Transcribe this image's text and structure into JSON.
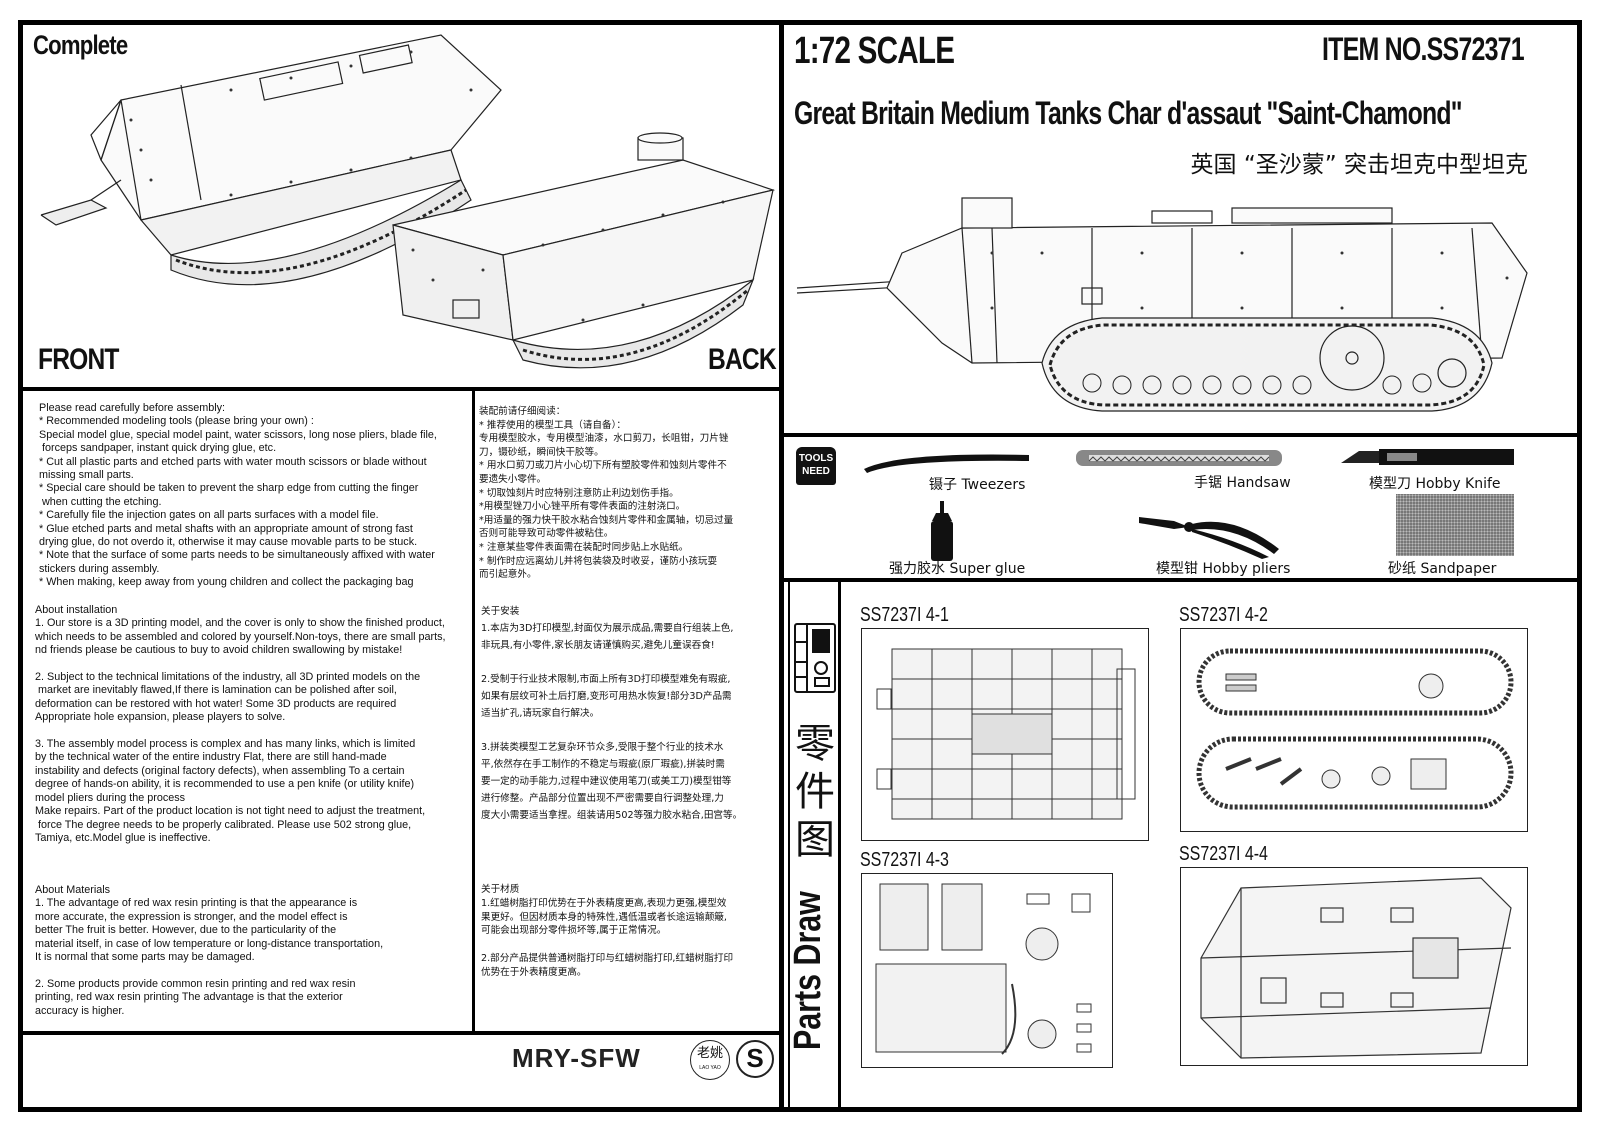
{
  "complete_panel": {
    "title": "Complete",
    "front_label": "FRONT",
    "back_label": "BACK"
  },
  "header": {
    "scale": "1:72 SCALE",
    "item_no": "ITEM NO.SS72371",
    "title_en": "Great Britain Medium Tanks Char d'assaut \"Saint-Chamond\"",
    "title_cn": "英国 “圣沙蒙” 突击坦克中型坦克"
  },
  "tools": {
    "badge": [
      "TOOLS",
      "NEED"
    ],
    "items": [
      {
        "icon": "tweezers-icon",
        "label": "镊子 Tweezers"
      },
      {
        "icon": "handsaw-icon",
        "label": "手锯 Handsaw"
      },
      {
        "icon": "hobby-knife-icon",
        "label": "模型刀 Hobby Knife"
      },
      {
        "icon": "super-glue-icon",
        "label": "强力胶水 Super glue"
      },
      {
        "icon": "hobby-pliers-icon",
        "label": "模型钳 Hobby pliers"
      },
      {
        "icon": "sandpaper-icon",
        "label": "砂纸 Sandpaper"
      }
    ]
  },
  "instructions_en": {
    "intro": "Please read carefully before assembly:\n* Recommended modeling tools (please bring your own) :\nSpecial model glue, special model paint, water scissors, long nose pliers, blade file,\n forceps sandpaper, instant quick drying glue, etc.\n* Cut all plastic parts and etched parts with water mouth scissors or blade without\nmissing small parts.\n* Special care should be taken to prevent the sharp edge from cutting the finger\n when cutting the etching.\n* Carefully file the injection gates on all parts surfaces with a model file.\n* Glue etched parts and metal shafts with an appropriate amount of strong fast\ndrying glue, do not overdo it, otherwise it may cause movable parts to be stuck.\n* Note that the surface of some parts needs to be simultaneously affixed with water\nstickers during assembly.\n* When making, keep away from young children and collect the packaging bag",
    "installation": "About installation\n1. Our store is a 3D printing model, and the cover is only to show the finished product,\nwhich needs to be assembled and colored by yourself.Non-toys, there are small parts,\nnd friends please be cautious to buy to avoid children swallowing by mistake!\n\n2. Subject to the technical limitations of the industry, all 3D printed models on the\n market are inevitably flawed,If there is lamination can be polished after soil,\ndeformation can be restored with hot water! Some 3D products are required\nAppropriate hole expansion, please players to solve.\n\n3. The assembly model process is complex and has many links, which is limited\nby the technical water of the entire industry Flat, there are still hand-made\ninstability and defects (original factory defects), when assembling To a certain\ndegree of hands-on ability, it is recommended to use a pen knife (or utility knife)\nmodel pliers during the process\nMake repairs. Part of the product location is not tight need to adjust the treatment,\n force The degree needs to be properly calibrated. Please use 502 strong glue,\nTamiya, etc.Model glue is ineffective.",
    "materials": "About Materials\n1. The advantage of red wax resin printing is that the appearance is\nmore accurate, the expression is stronger, and the model effect is\nbetter The fruit is better. However, due to the particularity of the\nmaterial itself, in case of low temperature or long-distance transportation,\nIt is normal that some parts may be damaged.\n\n2. Some products provide common resin printing and red wax resin\nprinting, red wax resin printing The advantage is that the exterior\naccuracy is higher."
  },
  "instructions_cn": {
    "intro": "装配前请仔细阅读：\n* 推荐使用的模型工具（请自备）：\n专用模型胶水，专用模型油漆，水口剪刀，长咀钳，刀片锉\n刀，镊砂纸，瞬间快干胶等。\n* 用水口剪刀或刀片小心切下所有塑胶零件和蚀刻片零件不\n要遗失小零件。\n* 切取蚀刻片时应特别注意防止利边划伤手指。\n*用模型锉刀小心锉平所有零件表面的注射浇口。\n*用适量的强力快干胶水粘合蚀刻片零件和金属轴，切忌过量\n否则可能导致可动零件被粘住。\n* 注意某些零件表面需在装配时同步贴上水贴纸。\n* 制作时应远离幼儿并将包装袋及时收妥，谨防小孩玩耍\n而引起意外。",
    "installation": "关于安装\n1.本店为3D打印模型,封面仅为展示成品,需要自行组装上色,\n非玩具,有小零件,家长朋友请谨慎购买,避免儿童误吞食!\n\n2.受制于行业技术限制,市面上所有3D打印模型难免有瑕疵,\n如果有层纹可补土后打磨,变形可用热水恢复!部分3D产品需\n适当扩孔,请玩家自行解决。\n\n3.拼装类模型工艺复杂环节众多,受限于整个行业的技术水\n平,依然存在手工制作的不稳定与瑕疵(原厂瑕疵),拼装时需\n要一定的动手能力,过程中建议使用笔刀(或美工刀)模型钳等\n进行修整。产品部分位置出现不严密需要自行调整处理,力\n度大小需要适当拿捏。组装请用502等强力胶水粘合,田宫等。",
    "materials": "关于材质\n1.红蜡树脂打印优势在于外表精度更高,表现力更强,模型效\n果更好。但因材质本身的特殊性,遇低温或者长途运输颠簸,\n可能会出现部分零件损坏等,属于正常情况。\n\n2.部分产品提供普通树脂打印与红蜡树脂打印,红蜡树脂打印\n优势在于外表精度更高。"
  },
  "brand": {
    "name": "MRY-SFW",
    "seal_text": "老姚",
    "seal_sub": "LAO YAO",
    "logo_letter": "S"
  },
  "parts_draw": {
    "side_title_en": "Parts Draw",
    "side_title_cn": [
      "零",
      "件",
      "图"
    ],
    "sheets": [
      {
        "code": "SS7237I 4-1"
      },
      {
        "code": "SS7237I 4-2"
      },
      {
        "code": "SS7237I 4-3"
      },
      {
        "code": "SS7237I 4-4"
      }
    ]
  }
}
